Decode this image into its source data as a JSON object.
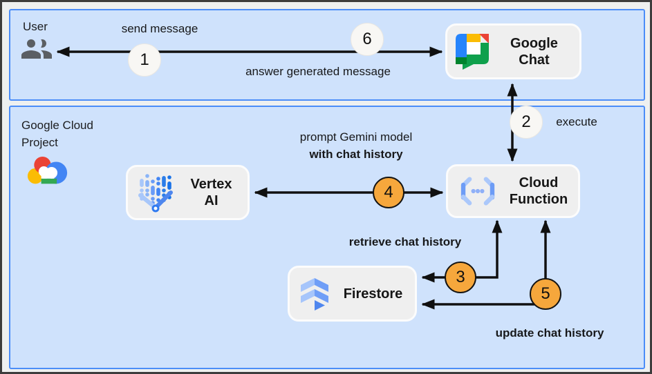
{
  "panels": {
    "user": {
      "label": "User"
    },
    "gcp": {
      "label": "Google Cloud Project"
    }
  },
  "nodes": {
    "google_chat": {
      "label": "Google Chat"
    },
    "vertex_ai": {
      "label": "Vertex AI"
    },
    "cloud_function": {
      "label": "Cloud Function"
    },
    "firestore": {
      "label": "Firestore"
    }
  },
  "steps": {
    "s1": {
      "num": "1",
      "label": "send message"
    },
    "s2": {
      "num": "2",
      "label": "execute"
    },
    "s3": {
      "num": "3",
      "label": "retrieve chat history"
    },
    "s4": {
      "num": "4",
      "label_line1": "prompt Gemini model",
      "label_line2": "with chat history"
    },
    "s5": {
      "num": "5",
      "label": "update chat history"
    },
    "s6": {
      "num": "6",
      "label": "answer generated message"
    }
  },
  "icons": {
    "user": "group-people-icon",
    "gcp": "google-cloud-logo",
    "google_chat": "google-chat-logo",
    "vertex_ai": "vertex-ai-icon",
    "cloud_function": "cloud-functions-icon",
    "firestore": "firestore-icon"
  },
  "colors": {
    "panel_fill": "#cfe2fc",
    "panel_border": "#4b8df8",
    "node_fill": "#efefef",
    "step_circle_white": "#f8f7f4",
    "step_circle_orange": "#f6a73c",
    "arrow": "#101010",
    "google_blue": "#4285f4",
    "google_red": "#ea4335",
    "google_yellow": "#fbbc04",
    "google_green": "#34a853"
  }
}
